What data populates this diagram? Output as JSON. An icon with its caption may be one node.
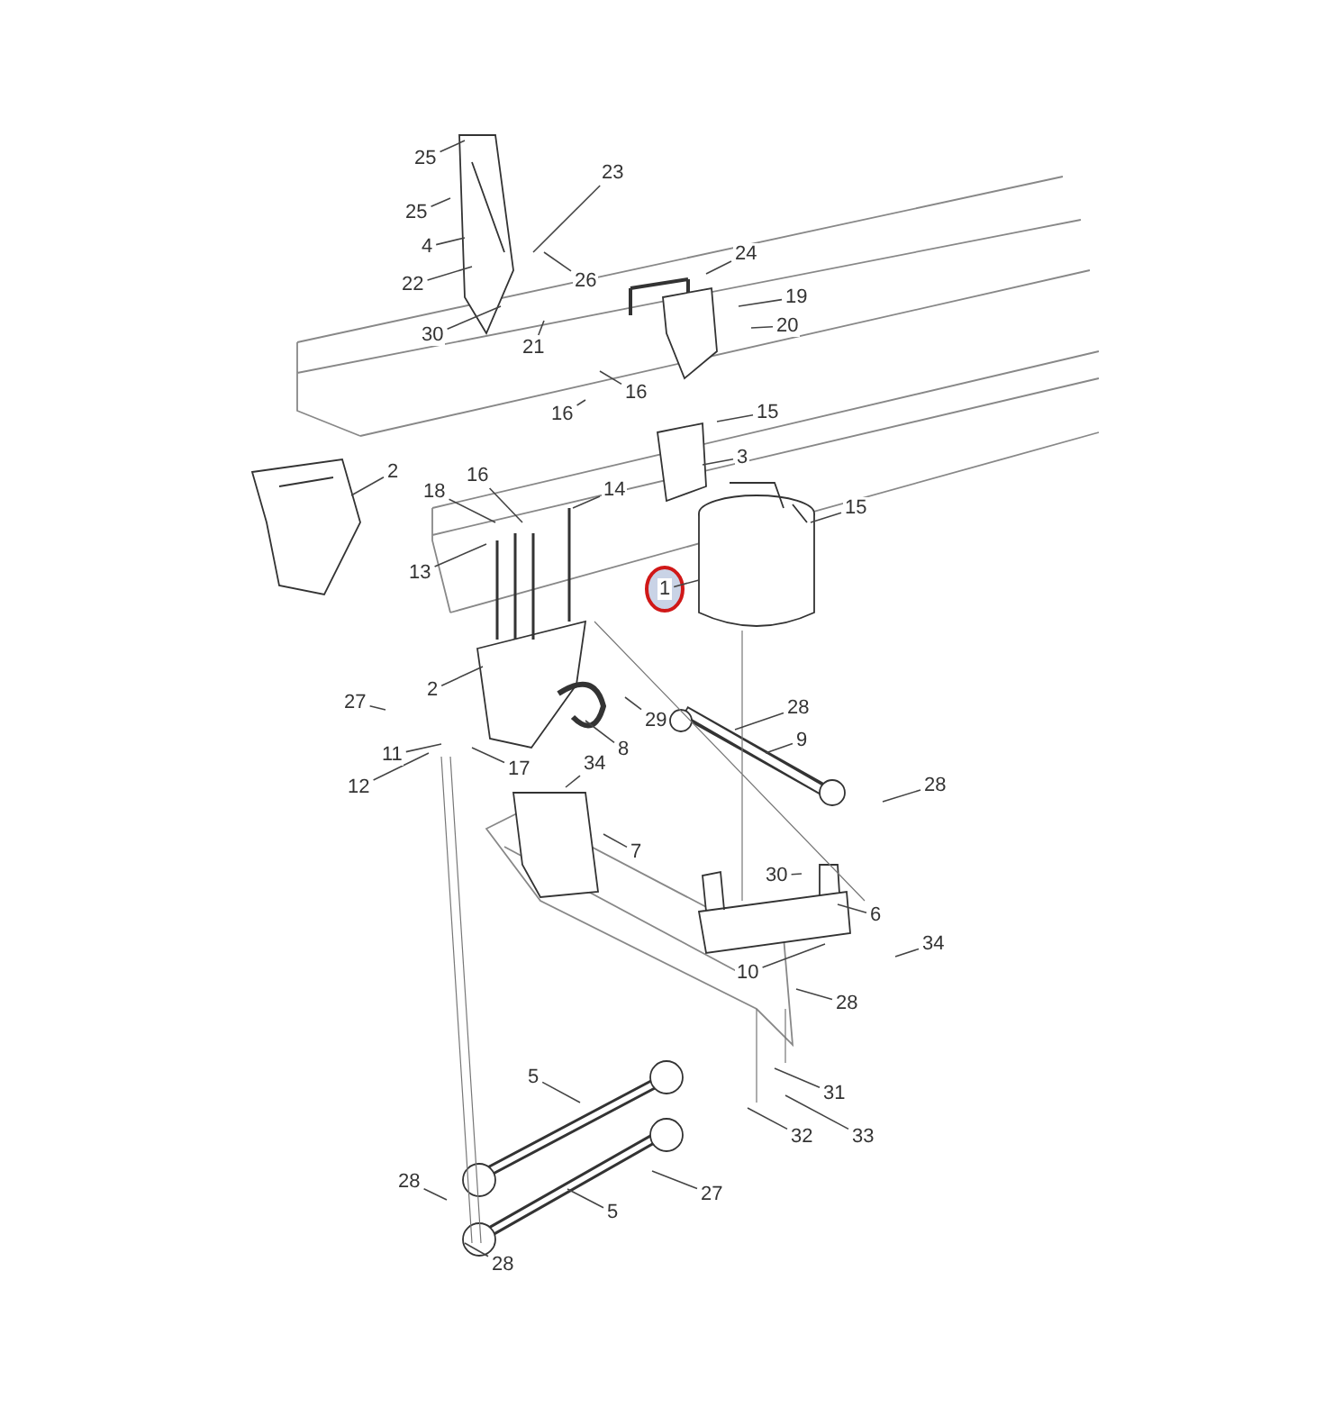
{
  "diagram": {
    "nodes": [
      {
        "text": [
          "25"
        ]
      },
      {
        "text": [
          "25"
        ]
      },
      {
        "text": [
          "23"
        ]
      },
      {
        "text": [
          "4"
        ]
      },
      {
        "text": [
          "22"
        ]
      },
      {
        "text": [
          "26"
        ]
      },
      {
        "text": [
          "24"
        ]
      },
      {
        "text": [
          "19"
        ]
      },
      {
        "text": [
          "20"
        ]
      },
      {
        "text": [
          "30"
        ]
      },
      {
        "text": [
          "21"
        ]
      },
      {
        "text": [
          "16"
        ]
      },
      {
        "text": [
          "16"
        ]
      },
      {
        "text": [
          "15"
        ]
      },
      {
        "text": [
          "3"
        ]
      },
      {
        "text": [
          "2"
        ]
      },
      {
        "text": [
          "18"
        ]
      },
      {
        "text": [
          "16"
        ]
      },
      {
        "text": [
          "14"
        ]
      },
      {
        "text": [
          "15"
        ]
      },
      {
        "text": [
          "13"
        ]
      },
      {
        "text": [
          "1"
        ]
      },
      {
        "text": [
          "2"
        ]
      },
      {
        "text": [
          "27"
        ]
      },
      {
        "text": [
          "28"
        ]
      },
      {
        "text": [
          "29"
        ]
      },
      {
        "text": [
          "9"
        ]
      },
      {
        "text": [
          "8"
        ]
      },
      {
        "text": [
          "11"
        ]
      },
      {
        "text": [
          "12"
        ]
      },
      {
        "text": [
          "17"
        ]
      },
      {
        "text": [
          "34"
        ]
      },
      {
        "text": [
          "28"
        ]
      },
      {
        "text": [
          "7"
        ]
      },
      {
        "text": [
          "30"
        ]
      },
      {
        "text": [
          "6"
        ]
      },
      {
        "text": [
          "34"
        ]
      },
      {
        "text": [
          "10"
        ]
      },
      {
        "text": [
          "28"
        ]
      },
      {
        "text": [
          "5"
        ]
      },
      {
        "text": [
          "31"
        ]
      },
      {
        "text": [
          "32"
        ]
      },
      {
        "text": [
          "33"
        ]
      },
      {
        "text": [
          "28"
        ]
      },
      {
        "text": [
          "5"
        ]
      },
      {
        "text": [
          "27"
        ]
      },
      {
        "text": [
          "28"
        ]
      }
    ],
    "edges": [
      {
        "from": 0,
        "to": null,
        "arrow": "none"
      },
      {
        "from": 1,
        "to": null,
        "arrow": "none"
      },
      {
        "from": 2,
        "to": null,
        "arrow": "none"
      },
      {
        "from": 3,
        "to": null,
        "arrow": "none"
      },
      {
        "from": 4,
        "to": null,
        "arrow": "none"
      },
      {
        "from": 5,
        "to": null,
        "arrow": "none"
      },
      {
        "from": 6,
        "to": null,
        "arrow": "none"
      },
      {
        "from": 7,
        "to": null,
        "arrow": "none"
      },
      {
        "from": 8,
        "to": null,
        "arrow": "none"
      },
      {
        "from": 9,
        "to": null,
        "arrow": "none"
      },
      {
        "from": 10,
        "to": null,
        "arrow": "none"
      },
      {
        "from": 11,
        "to": null,
        "arrow": "none"
      },
      {
        "from": 12,
        "to": null,
        "arrow": "none"
      },
      {
        "from": 13,
        "to": null,
        "arrow": "none"
      },
      {
        "from": 14,
        "to": null,
        "arrow": "none"
      },
      {
        "from": 15,
        "to": null,
        "arrow": "none"
      },
      {
        "from": 16,
        "to": null,
        "arrow": "none"
      },
      {
        "from": 17,
        "to": null,
        "arrow": "none"
      },
      {
        "from": 18,
        "to": null,
        "arrow": "none"
      },
      {
        "from": 19,
        "to": null,
        "arrow": "none"
      },
      {
        "from": 20,
        "to": null,
        "arrow": "none"
      },
      {
        "from": 21,
        "to": null,
        "arrow": "none"
      },
      {
        "from": 22,
        "to": null,
        "arrow": "none"
      },
      {
        "from": 23,
        "to": null,
        "arrow": "none"
      },
      {
        "from": 24,
        "to": null,
        "arrow": "none"
      },
      {
        "from": 25,
        "to": null,
        "arrow": "none"
      },
      {
        "from": 26,
        "to": null,
        "arrow": "none"
      },
      {
        "from": 27,
        "to": null,
        "arrow": "none"
      },
      {
        "from": 28,
        "to": null,
        "arrow": "none"
      },
      {
        "from": 29,
        "to": null,
        "arrow": "none"
      },
      {
        "from": 30,
        "to": null,
        "arrow": "none"
      },
      {
        "from": 31,
        "to": null,
        "arrow": "none"
      },
      {
        "from": 32,
        "to": null,
        "arrow": "none"
      },
      {
        "from": 33,
        "to": null,
        "arrow": "none"
      },
      {
        "from": 34,
        "to": null,
        "arrow": "none"
      },
      {
        "from": 35,
        "to": null,
        "arrow": "none"
      },
      {
        "from": 36,
        "to": null,
        "arrow": "none"
      },
      {
        "from": 37,
        "to": null,
        "arrow": "none"
      },
      {
        "from": 38,
        "to": null,
        "arrow": "none"
      },
      {
        "from": 39,
        "to": null,
        "arrow": "none"
      },
      {
        "from": 40,
        "to": null,
        "arrow": "none"
      },
      {
        "from": 41,
        "to": null,
        "arrow": "none"
      },
      {
        "from": 42,
        "to": null,
        "arrow": "none"
      },
      {
        "from": 43,
        "to": null,
        "arrow": "none"
      },
      {
        "from": 44,
        "to": null,
        "arrow": "none"
      },
      {
        "from": 45,
        "to": null,
        "arrow": "none"
      },
      {
        "from": 46,
        "to": null,
        "arrow": "none"
      }
    ]
  }
}
